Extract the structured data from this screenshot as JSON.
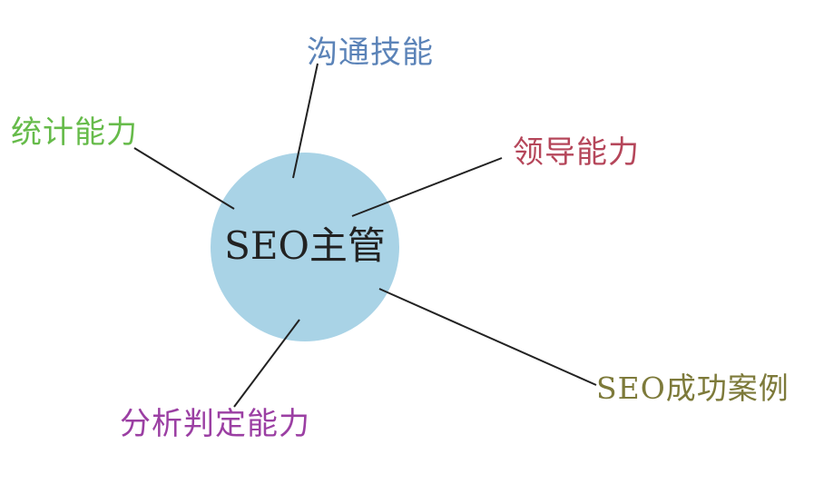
{
  "center": {
    "label": "SEO主管",
    "fill_color": "#a9d3e6"
  },
  "branches": [
    {
      "key": "communication",
      "label": "沟通技能",
      "color": "#5b83b8"
    },
    {
      "key": "statistics",
      "label": "统计能力",
      "color": "#66bb4a"
    },
    {
      "key": "leadership",
      "label": "领导能力",
      "color": "#b5465a"
    },
    {
      "key": "success_cases",
      "label": "SEO成功案例",
      "color": "#7d7a3a"
    },
    {
      "key": "analysis",
      "label": "分析判定能力",
      "color": "#9b3fa3"
    }
  ],
  "connector_color": "#222222"
}
